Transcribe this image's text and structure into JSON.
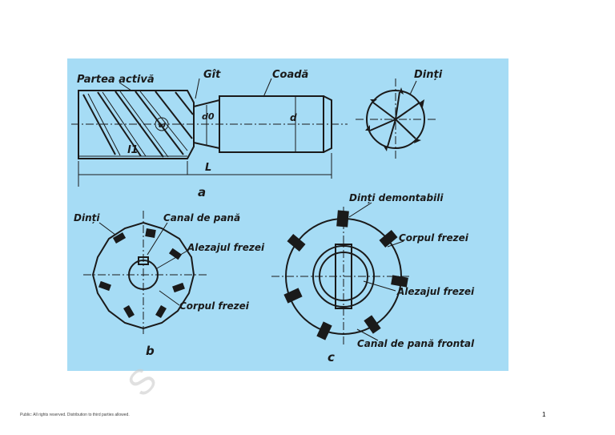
{
  "figure": {
    "part_a": {
      "caption": "a",
      "labels": {
        "active_part": "Partea activă",
        "neck": "Gît",
        "shank": "Coadă",
        "teeth": "Dinți",
        "d0": "d0",
        "d": "d",
        "l1": "l1",
        "l": "L",
        "omega": "ω"
      }
    },
    "part_b": {
      "caption": "b",
      "labels": {
        "teeth": "Dinți",
        "keyway": "Canal de pană",
        "bore": "Alezajul frezei",
        "body": "Corpul frezei"
      }
    },
    "part_c": {
      "caption": "c",
      "labels": {
        "removable_teeth": "Dinți demontabili",
        "body": "Corpul frezei",
        "bore": "Alezajul frezei",
        "front_keyway": "Canal de pană frontal"
      }
    }
  },
  "footer": {
    "note": "Public: All rights reserved. Distribution to third parties allowed.",
    "page_number": "1"
  },
  "colors": {
    "figure_background": "#a6dcf5",
    "ink": "#1a1a1a"
  }
}
